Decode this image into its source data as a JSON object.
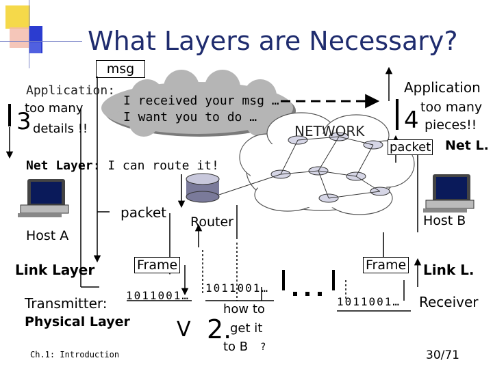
{
  "slide": {
    "title": "What Layers are Necessary?",
    "msg_label": "msg",
    "app_left_label": "Application:",
    "too_many_left": "too many",
    "details_left": "details !!",
    "num_3": "3",
    "speech_line1": "I received your msg …",
    "speech_line2": "I want you to do …",
    "network_label": "NETWORK",
    "app_right_label": "Application",
    "too_many_right": "too many",
    "pieces_right": "pieces!!",
    "num_4": "4",
    "packet_right": "packet",
    "net_l": "Net L.",
    "net_layer": "Net Layer",
    "net_layer_rest": ": I can route it!",
    "packet_left": "packet",
    "router_label": "Router",
    "host_a": "Host A",
    "host_b": "Host B",
    "link_layer": "Link Layer",
    "frame_left": "Frame",
    "frame_right": "Frame",
    "link_l": "Link L.",
    "transmitter": "Transmitter:",
    "bits_left": "1011001…",
    "bits_mid": "1011001…",
    "ellipsis_mid": "…",
    "bits_right": "1011001…",
    "receiver": "Receiver",
    "physical_layer": "Physical Layer",
    "v_letter": "V",
    "num_2": "2.",
    "how_to": "how to",
    "get_it": "get it",
    "to_b": "to B",
    "question": "?",
    "footer": "Ch.1: Introduction",
    "page": "30/71"
  }
}
